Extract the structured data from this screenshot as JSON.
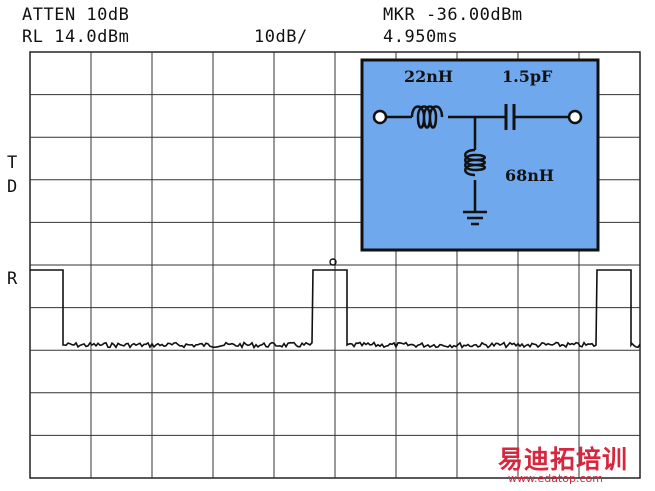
{
  "header": {
    "atten": "ATTEN 10dB",
    "ref_level": "RL 14.0dBm",
    "scale": "10dB/",
    "marker_amp": "MKR -36.00dBm",
    "marker_time": "4.950ms"
  },
  "side_labels": {
    "t": "T",
    "d": "D",
    "r": "R"
  },
  "circuit": {
    "series_inductor": "22nH",
    "series_capacitor": "1.5pF",
    "shunt_inductor": "68nH",
    "background": "#6fa8ec"
  },
  "watermark": {
    "brand": "易迪拓培训",
    "url": "www.edatop.com",
    "color": "#d7263d"
  },
  "trace": {
    "grid_columns": 10,
    "grid_rows": 10,
    "high_level": 270,
    "low_level": 345
  }
}
